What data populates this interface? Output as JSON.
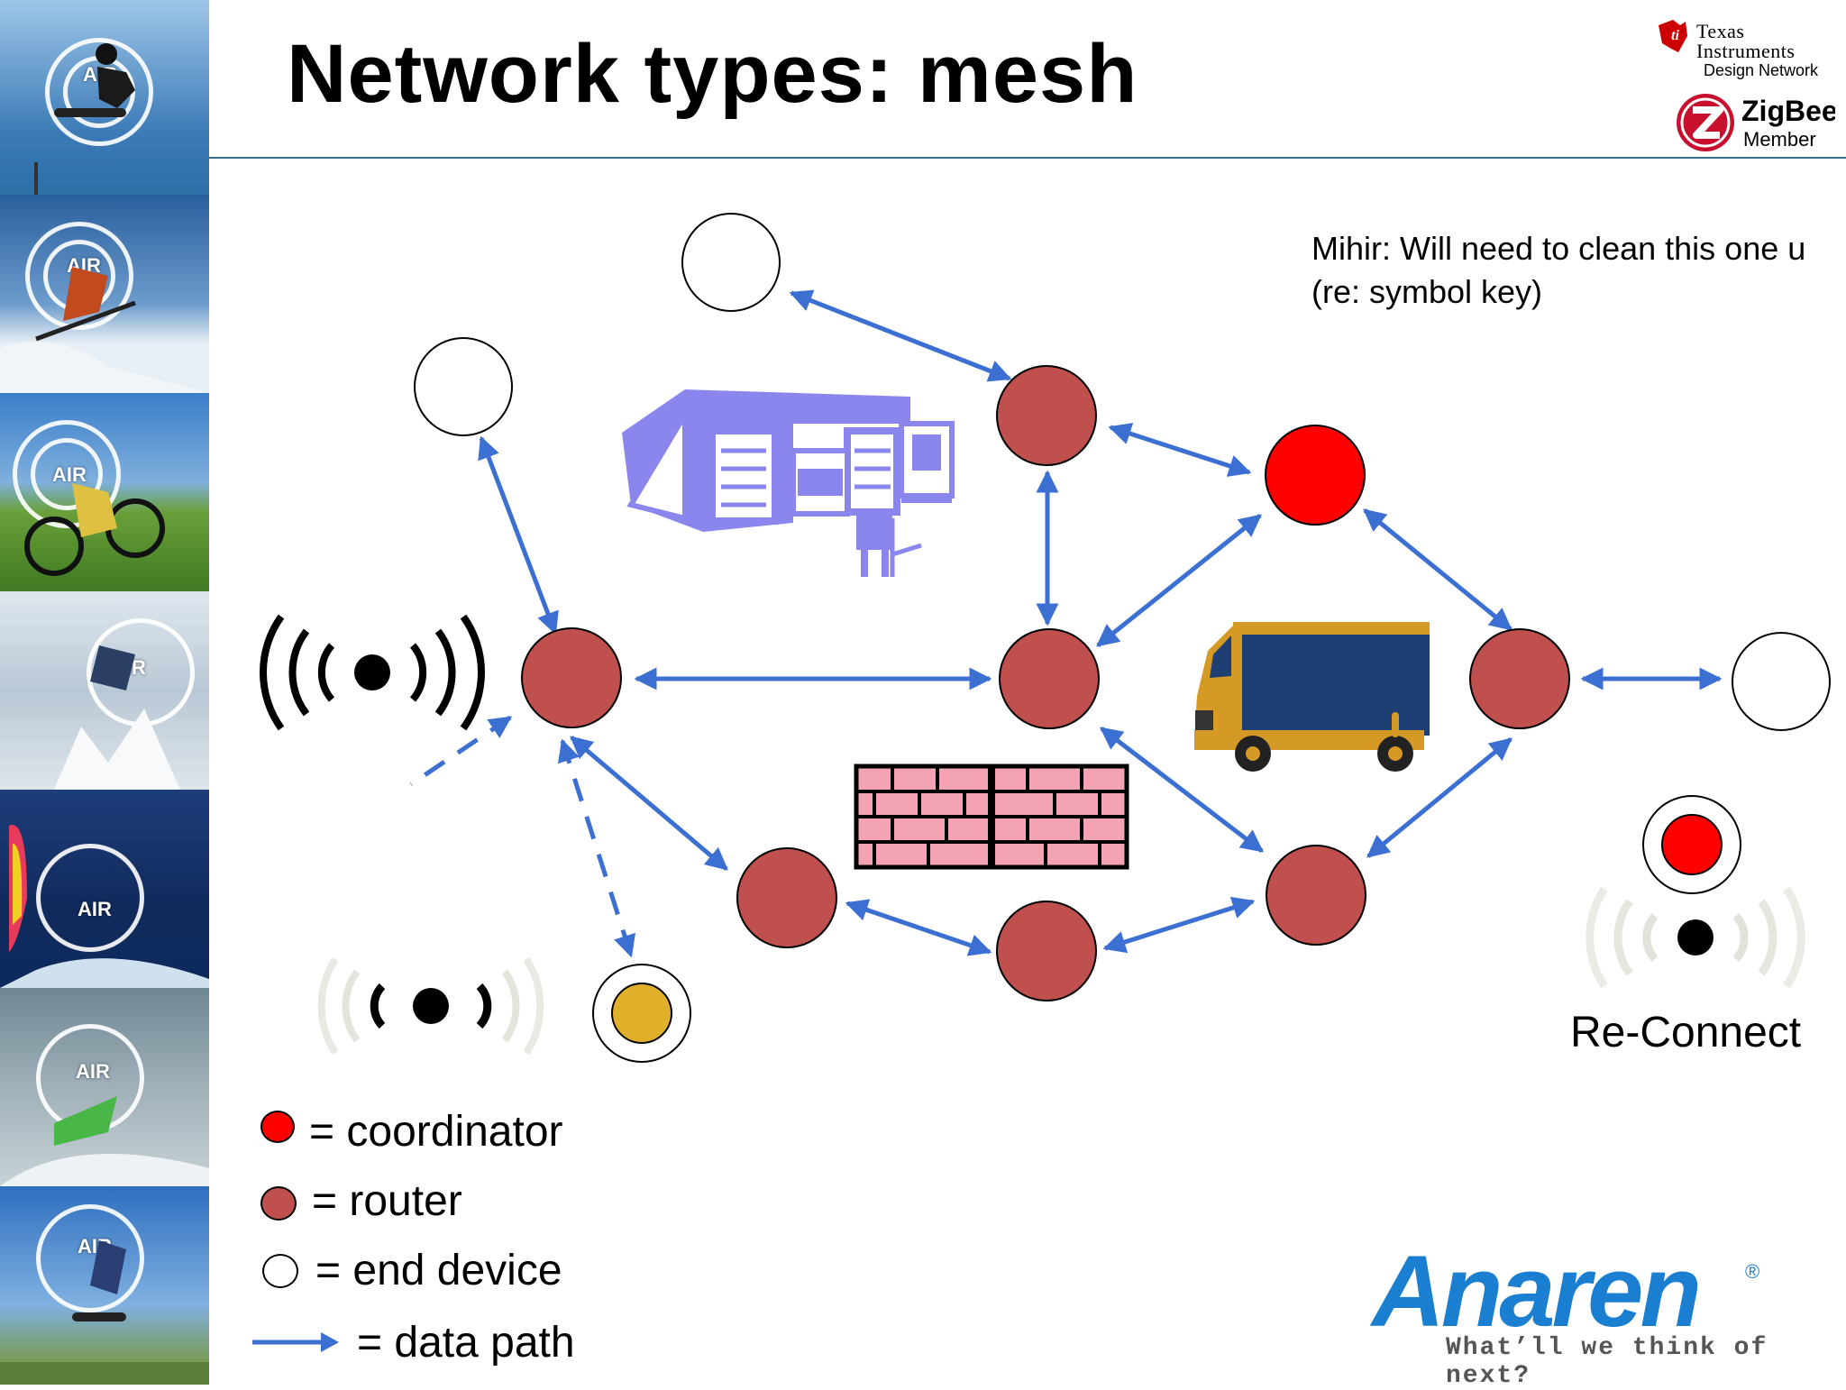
{
  "slide": {
    "title": "Network types: mesh",
    "note_line1": "Mihir: Will need to clean this one u",
    "note_line2": "(re: symbol key)",
    "reconnect_label": "Re-Connect"
  },
  "sidebar": {
    "air_label": "AIR",
    "panels": [
      {
        "sport": "skateboarding",
        "sky": "#9ec6e8",
        "ground": "#2f6fa8"
      },
      {
        "sport": "skiing",
        "sky": "#2a5f9e",
        "ground": "#e8eef5"
      },
      {
        "sport": "mountain-biking",
        "sky": "#3a7dc9",
        "ground": "#6aa03a"
      },
      {
        "sport": "snowboarding",
        "sky": "#cfdbe6",
        "ground": "#9fb0bf"
      },
      {
        "sport": "windsurfing",
        "sky": "#1d3d7a",
        "ground": "#0d2a5c"
      },
      {
        "sport": "wakeboarding",
        "sky": "#6f8794",
        "ground": "#c9d3d8"
      },
      {
        "sport": "inline-skating",
        "sky": "#2f6fc0",
        "ground": "#7a9a55"
      }
    ]
  },
  "logos": {
    "ti_line1": "Texas",
    "ti_line2": "Instruments",
    "ti_sub": "Design Network",
    "zigbee_name": "ZigBee",
    "zigbee_member": "Member",
    "anaren_name": "Anaren",
    "anaren_tagline": "What’ll we think of next?"
  },
  "legend": {
    "coordinator": "= coordinator",
    "router": "= router",
    "end_device": "= end device",
    "data_path": "= data path"
  },
  "colors": {
    "coordinator": "#ff0000",
    "router": "#c0504d",
    "end_device": "#ffffff",
    "link": "#3b6fd1",
    "sleeping_device": "#e0b02a",
    "warehouse": "#8a86ee",
    "firewall": "#f4a3b4",
    "truck_body": "#1e3f73",
    "truck_cab": "#d59a26"
  },
  "mesh": {
    "nodes": [
      {
        "id": "ed-top",
        "role": "end_device"
      },
      {
        "id": "ed-left",
        "role": "end_device"
      },
      {
        "id": "router-top",
        "role": "router"
      },
      {
        "id": "coordinator",
        "role": "coordinator"
      },
      {
        "id": "router-left",
        "role": "router"
      },
      {
        "id": "router-center",
        "role": "router"
      },
      {
        "id": "router-right",
        "role": "router"
      },
      {
        "id": "ed-right",
        "role": "end_device"
      },
      {
        "id": "router-bl",
        "role": "router"
      },
      {
        "id": "router-bc",
        "role": "router"
      },
      {
        "id": "router-br",
        "role": "router"
      },
      {
        "id": "sleeping-device",
        "role": "sleeping_end_device"
      }
    ],
    "links": [
      {
        "from": "ed-top",
        "to": "router-top"
      },
      {
        "from": "ed-left",
        "to": "router-left"
      },
      {
        "from": "router-top",
        "to": "coordinator"
      },
      {
        "from": "router-top",
        "to": "router-center"
      },
      {
        "from": "router-left",
        "to": "router-center"
      },
      {
        "from": "router-center",
        "to": "coordinator"
      },
      {
        "from": "coordinator",
        "to": "router-right"
      },
      {
        "from": "router-right",
        "to": "ed-right"
      },
      {
        "from": "router-left",
        "to": "router-bl"
      },
      {
        "from": "router-bl",
        "to": "router-bc"
      },
      {
        "from": "router-bc",
        "to": "router-br"
      },
      {
        "from": "router-center",
        "to": "router-br"
      },
      {
        "from": "router-br",
        "to": "router-right"
      },
      {
        "from": "router-left",
        "to": "sleeping-device",
        "style": "dashed"
      }
    ]
  }
}
